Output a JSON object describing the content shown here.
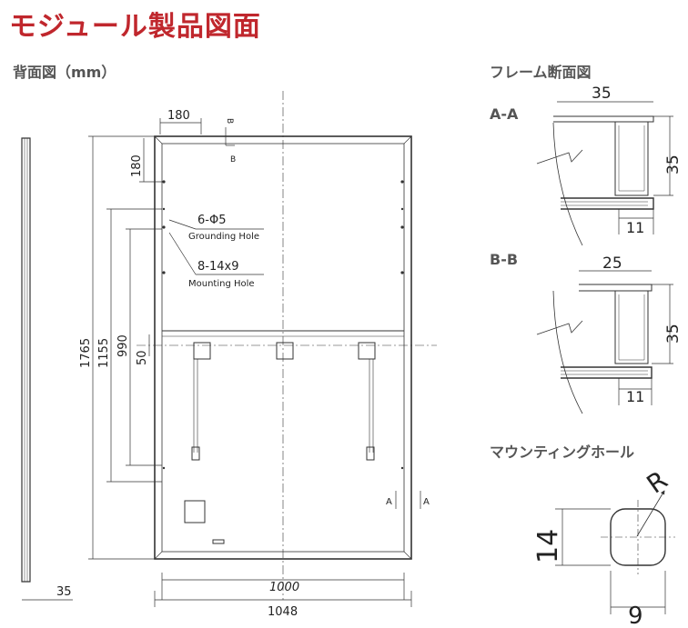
{
  "title": "モジュール製品図面",
  "back_view": {
    "heading": "背面図（mm）",
    "dim_180_top": "180",
    "dim_180_side": "180",
    "dim_1765": "1765",
    "dim_1155": "1155",
    "dim_990": "990",
    "dim_50": "50",
    "dim_1000": "1000",
    "dim_1048": "1048",
    "dim_35": "35",
    "grounding_label": "6-Φ5",
    "grounding_sub": "Grounding Hole",
    "mounting_label": "8-14x9",
    "mounting_sub": "Mounting Hole",
    "marker_b": "B",
    "marker_a": "A"
  },
  "frame_section": {
    "heading": "フレーム断面図",
    "aa": {
      "label": "A-A",
      "width": "35",
      "height": "35",
      "lip": "11"
    },
    "bb": {
      "label": "B-B",
      "width": "25",
      "height": "35",
      "lip": "11"
    }
  },
  "mounting_hole": {
    "heading": "マウンティングホール",
    "r": "R",
    "h": "14",
    "w": "9"
  },
  "colors": {
    "title": "#c0272d",
    "line": "#333333"
  }
}
